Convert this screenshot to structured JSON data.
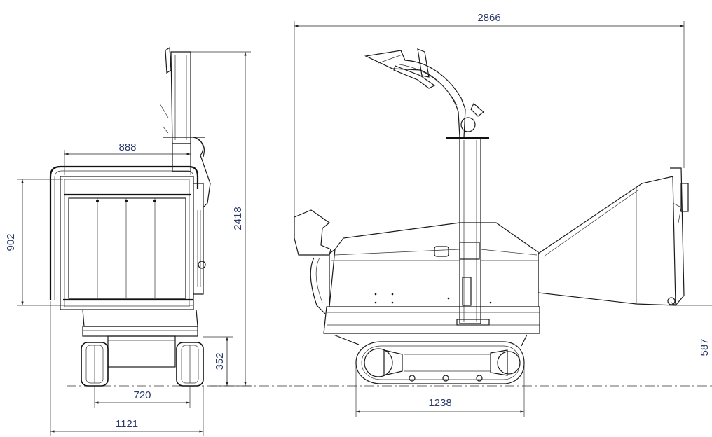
{
  "drawing": {
    "views": [
      "front-view",
      "side-view"
    ],
    "dimensions": {
      "front_overall_height": "2418",
      "front_hopper_width": "888",
      "front_hopper_height": "902",
      "front_ground_clearance": "352",
      "front_track_gauge": "720",
      "front_overall_width": "1121",
      "side_overall_length": "2866",
      "side_track_length": "1238",
      "side_infeed_height": "587"
    },
    "colors": {
      "line": "#1a1a1a",
      "dimension_text": "#2a3a6a",
      "background": "#ffffff"
    }
  }
}
